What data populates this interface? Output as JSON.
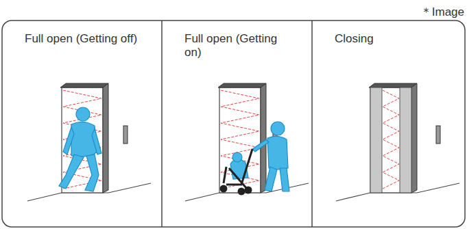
{
  "diagram": {
    "nodes": [
      {
        "text": [
          "Full open (Getting off)"
        ]
      },
      {
        "text": [
          "Full open (Getting on)"
        ]
      },
      {
        "text": [
          "Closing"
        ]
      }
    ],
    "labels": [
      "＊Image"
    ]
  }
}
